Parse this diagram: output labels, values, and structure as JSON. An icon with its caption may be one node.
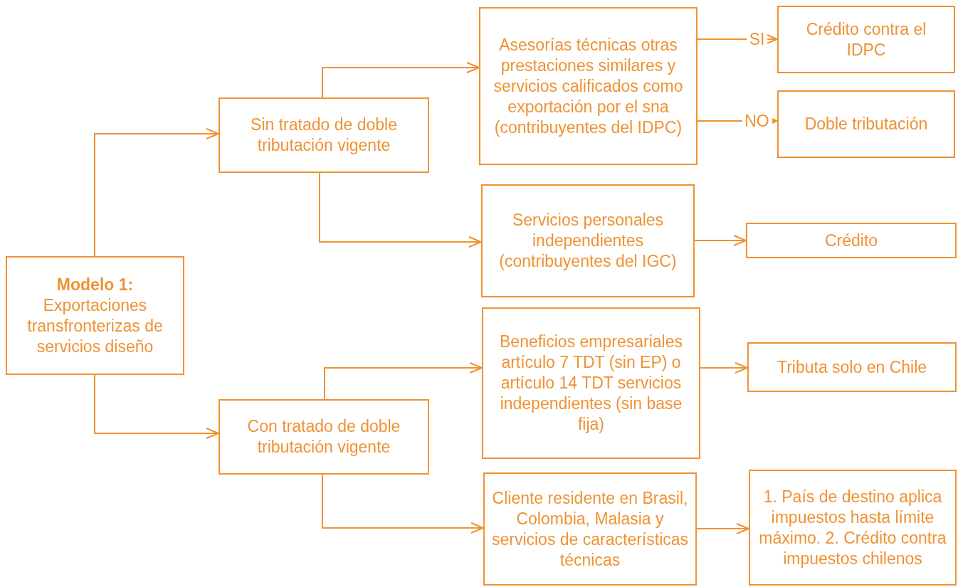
{
  "diagram": {
    "nodes": [
      {
        "text": [
          "Modelo 1:",
          "Exportaciones transfronterizas de servicios diseño"
        ]
      },
      {
        "text": [
          "Sin tratado de doble tributación vigente"
        ]
      },
      {
        "text": [
          "Con tratado de doble tributación vigente"
        ]
      },
      {
        "text": [
          "Asesorías técnicas otras prestaciones similares y servicios calificados como exportación por el sna (contribuyentes del IDPC)"
        ]
      },
      {
        "text": [
          "Servicios personales independientes (contribuyentes del IGC)"
        ]
      },
      {
        "text": [
          "Beneficios empresariales artículo 7 TDT (sin EP) o artículo 14 TDT servicios independientes (sin base fija)"
        ]
      },
      {
        "text": [
          "Cliente residente en Brasil, Colombia, Malasia y servicios de características técnicas"
        ]
      },
      {
        "text": [
          "Crédito contra el IDPC"
        ]
      },
      {
        "text": [
          "Doble tributación"
        ]
      },
      {
        "text": [
          "Crédito"
        ]
      },
      {
        "text": [
          "Tributa solo en Chile"
        ]
      },
      {
        "text": [
          "1. País de destino aplica impuestos hasta límite máximo. 2. Crédito contra impuestos chilenos"
        ]
      }
    ],
    "edges": [
      {
        "from": 0,
        "to": 1,
        "arrow": "to"
      },
      {
        "from": 0,
        "to": 2,
        "arrow": "to"
      },
      {
        "from": 1,
        "to": 3,
        "arrow": "to"
      },
      {
        "from": 1,
        "to": 4,
        "arrow": "to"
      },
      {
        "from": 2,
        "to": 5,
        "arrow": "to"
      },
      {
        "from": 2,
        "to": 6,
        "arrow": "to"
      },
      {
        "from": 3,
        "to": 7,
        "arrow": "to",
        "label": "SI"
      },
      {
        "from": 3,
        "to": 8,
        "arrow": "to",
        "label": "NO"
      },
      {
        "from": 4,
        "to": 9,
        "arrow": "to"
      },
      {
        "from": 5,
        "to": 10,
        "arrow": "to"
      },
      {
        "from": 6,
        "to": 11,
        "arrow": "to"
      }
    ]
  }
}
